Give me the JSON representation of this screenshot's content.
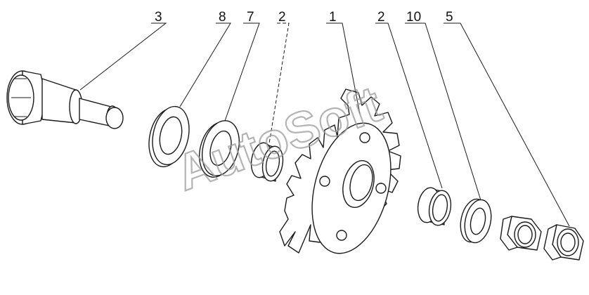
{
  "callouts": {
    "c3": "3",
    "c8": "8",
    "c7": "7",
    "c2a": "2",
    "c1": "1",
    "c2b": "2",
    "c10": "10",
    "c5": "5"
  },
  "watermark": "AutoSoft",
  "colors": {
    "line": "#1a1a1a",
    "watermark": "#9a9a9a",
    "background": "#ffffff"
  }
}
